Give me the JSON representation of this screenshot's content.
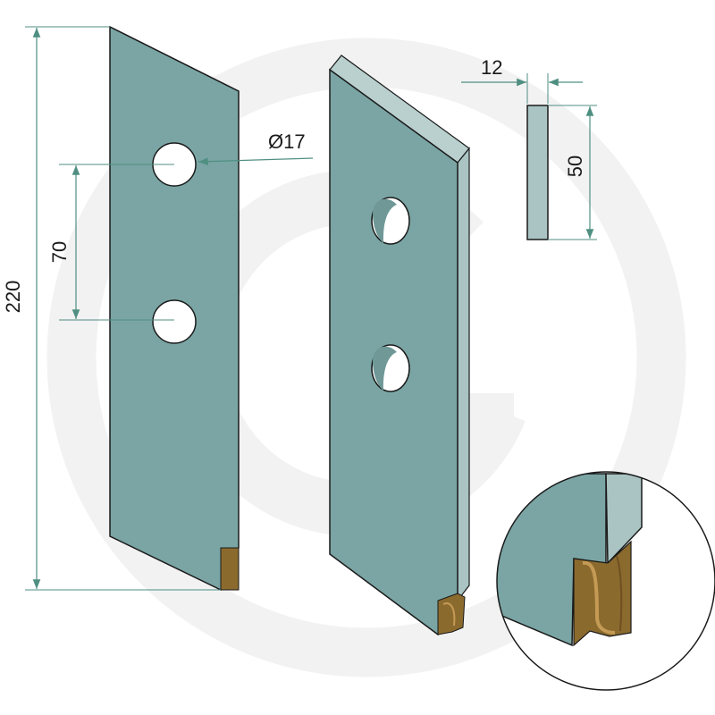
{
  "dimensions": {
    "length": "220",
    "hole_spacing": "70",
    "hole_diameter": "Ø17",
    "thickness": "12",
    "width": "50"
  },
  "colors": {
    "blade_face": "#7aa5a4",
    "blade_side": "#a9c4c3",
    "blade_top": "#b9d0cf",
    "carbide_tip": "#8b6a2e",
    "dimension_line": "#4f8f82",
    "watermark": "#f1f1f1"
  },
  "icons": {
    "watermark": "circle-logo-icon",
    "detail": "magnifier-detail-icon"
  }
}
